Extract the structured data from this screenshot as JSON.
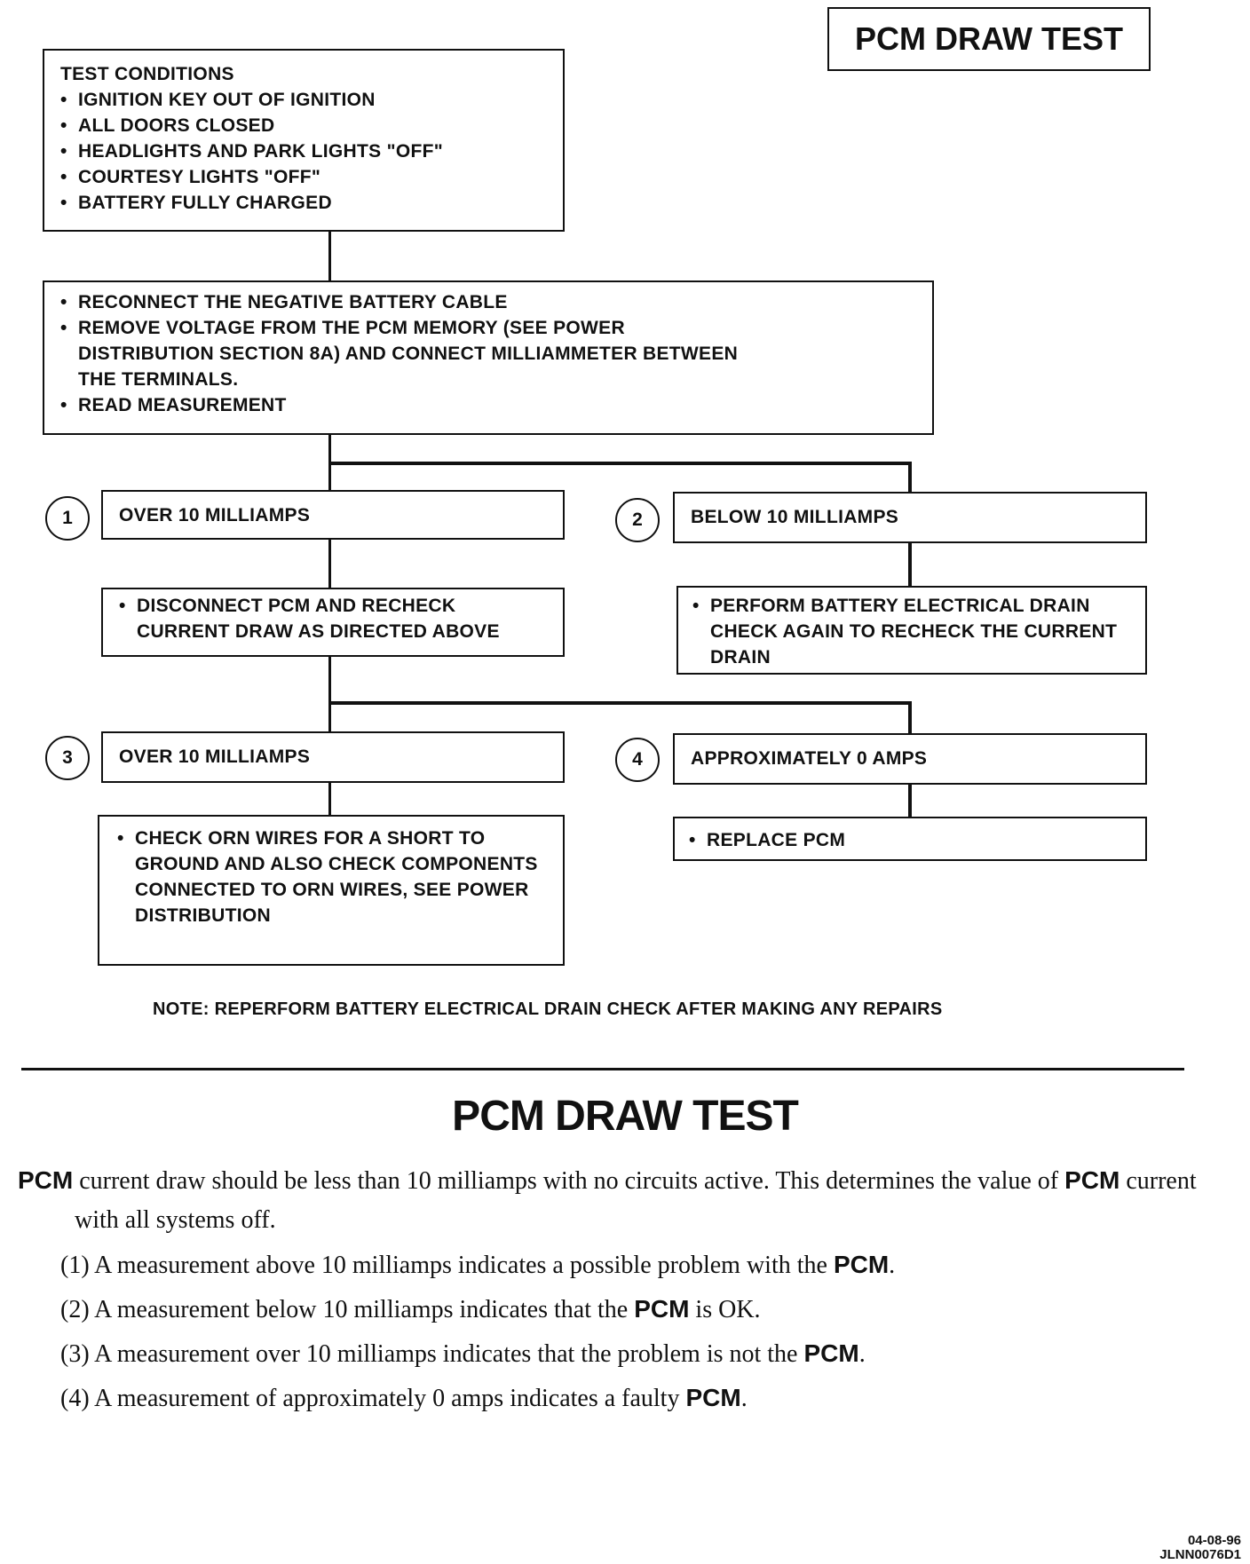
{
  "title_box": "PCM DRAW TEST",
  "test_conditions": {
    "heading": "TEST CONDITIONS",
    "items": [
      "IGNITION KEY OUT OF IGNITION",
      "ALL DOORS CLOSED",
      "HEADLIGHTS AND PARK LIGHTS \"OFF\"",
      "COURTESY LIGHTS \"OFF\"",
      "BATTERY FULLY CHARGED"
    ]
  },
  "step_box": {
    "items": [
      "RECONNECT THE NEGATIVE BATTERY CABLE",
      "REMOVE VOLTAGE FROM THE PCM MEMORY (SEE POWER DISTRIBUTION SECTION 8A) AND CONNECT MILLIAMMETER BETWEEN THE TERMINALS.",
      "READ MEASUREMENT"
    ]
  },
  "branches": [
    {
      "num": "1",
      "result": "OVER 10 MILLIAMPS",
      "action": "DISCONNECT PCM AND RECHECK CURRENT DRAW AS DIRECTED ABOVE"
    },
    {
      "num": "2",
      "result": "BELOW 10 MILLIAMPS",
      "action": "PERFORM BATTERY ELECTRICAL DRAIN CHECK AGAIN TO RECHECK THE CURRENT DRAIN"
    },
    {
      "num": "3",
      "result": "OVER 10 MILLIAMPS",
      "action": "CHECK ORN WIRES FOR A SHORT TO GROUND AND ALSO CHECK COMPONENTS CONNECTED TO ORN WIRES, SEE POWER DISTRIBUTION"
    },
    {
      "num": "4",
      "result": "APPROXIMATELY 0 AMPS",
      "action": "REPLACE PCM"
    }
  ],
  "note": "NOTE: REPERFORM BATTERY ELECTRICAL DRAIN CHECK AFTER MAKING ANY REPAIRS",
  "section_title": "PCM DRAW TEST",
  "intro": {
    "t1": "PCM",
    "t2": " current draw should be less than 10 milliamps with no circuits active. This determines the value of ",
    "t3": "PCM",
    "t4": " current with all systems off."
  },
  "list": [
    {
      "pre": "(1) A measurement above 10 milliamps indicates a possible problem with the ",
      "pcm": "PCM",
      "post": "."
    },
    {
      "pre": "(2) A measurement below 10 milliamps indicates that the ",
      "pcm": "PCM",
      "post": " is OK."
    },
    {
      "pre": "(3) A measurement over 10 milliamps indicates that the problem is not the ",
      "pcm": "PCM",
      "post": "."
    },
    {
      "pre": "(4) A measurement of approximately 0 amps indicates a faulty ",
      "pcm": "PCM",
      "post": "."
    }
  ],
  "footer": {
    "date": "04-08-96",
    "code": "JLNN0076D1"
  }
}
